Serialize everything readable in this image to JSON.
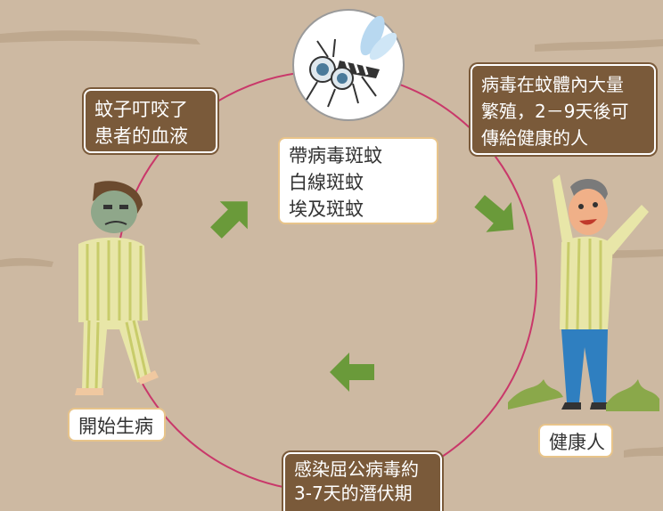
{
  "colors": {
    "background": "#cdb9a2",
    "cycle_circle": "#c9386a",
    "box_brown": "#7a5a3a",
    "arrow_green": "#6a9a3a"
  },
  "mosquito_box": {
    "lines": [
      "帶病毒斑蚊",
      "白線斑蚊",
      "埃及斑蚊"
    ]
  },
  "bite_box": {
    "lines": [
      "蚊子叮咬了",
      "患者的血液"
    ]
  },
  "virus_box": {
    "lines": [
      "病毒在蚊體內大量",
      "繁殖，2－9天後可",
      "傳給健康的人"
    ]
  },
  "healthy_label": {
    "text": "健康人"
  },
  "incubation_box": {
    "lines": [
      "感染屈公病毒約",
      "3-7天的潛伏期"
    ]
  },
  "sick_label": {
    "text": "開始生病"
  },
  "icons": {
    "mosquito": "mosquito-icon",
    "sick_person": "sick-person-icon",
    "healthy_person": "healthy-person-icon",
    "arrows": "cycle-arrow-icon"
  }
}
